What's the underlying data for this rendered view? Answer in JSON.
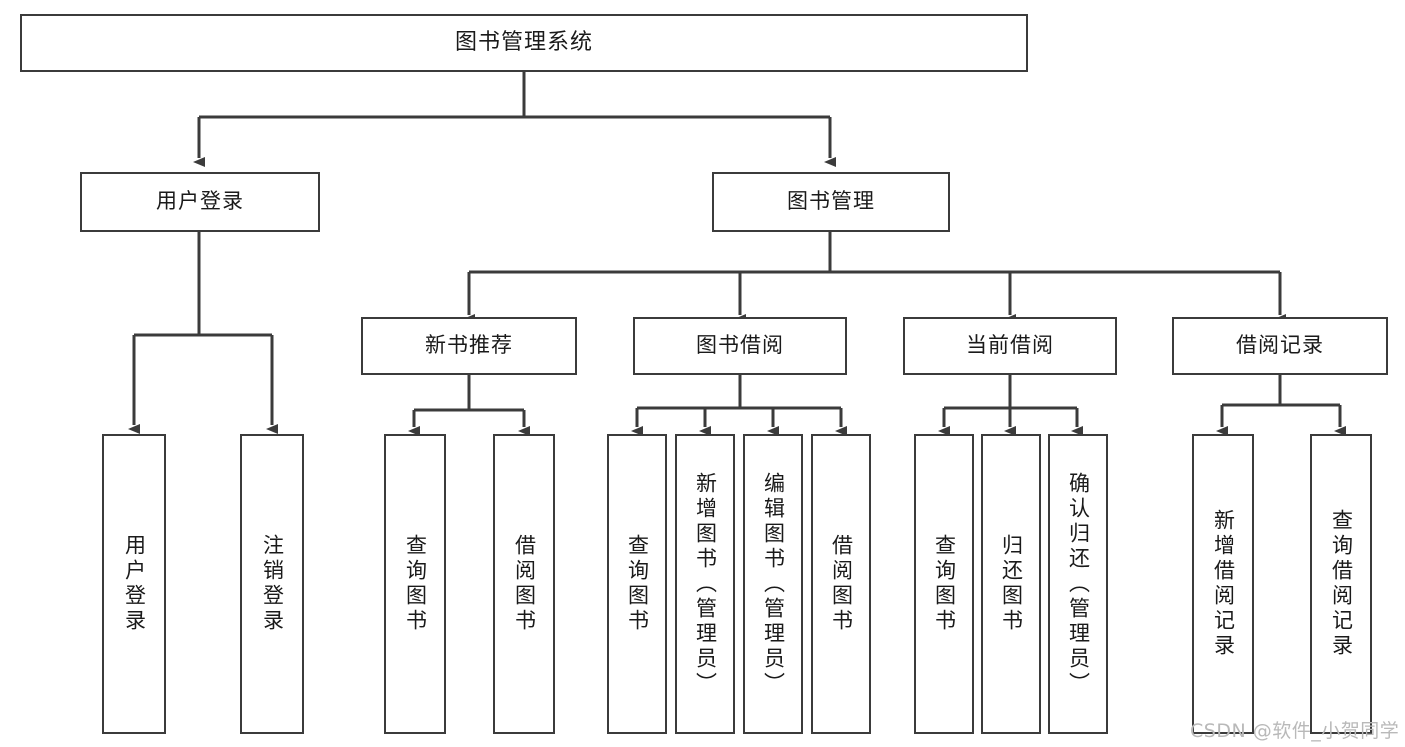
{
  "diagram": {
    "title": "图书管理系统",
    "type": "tree-hierarchy-functional-structure",
    "line_color": "#3b3b3b",
    "box_fill": "#ffffff",
    "background": "#ffffff",
    "text_color": "#1a1a1a"
  },
  "root": {
    "label": "图书管理系统"
  },
  "level2": [
    {
      "label": "用户登录"
    },
    {
      "label": "图书管理"
    }
  ],
  "level3": [
    {
      "label": "新书推荐"
    },
    {
      "label": "图书借阅"
    },
    {
      "label": "当前借阅"
    },
    {
      "label": "借阅记录"
    }
  ],
  "leaves": {
    "user_login": [
      {
        "label": "用户登录"
      },
      {
        "label": "注销登录"
      }
    ],
    "new_book_recommend": [
      {
        "label": "查询图书"
      },
      {
        "label": "借阅图书"
      }
    ],
    "book_borrow": [
      {
        "label": "查询图书"
      },
      {
        "label": "新增图书（管理员）"
      },
      {
        "label": "编辑图书（管理员）"
      },
      {
        "label": "借阅图书"
      }
    ],
    "current_borrow": [
      {
        "label": "查询图书"
      },
      {
        "label": "归还图书"
      },
      {
        "label": "确认归还（管理员）"
      }
    ],
    "borrow_record": [
      {
        "label": "新增借阅记录"
      },
      {
        "label": "查询借阅记录"
      }
    ]
  },
  "watermark": {
    "text": "CSDN @软件_小贺同学"
  }
}
